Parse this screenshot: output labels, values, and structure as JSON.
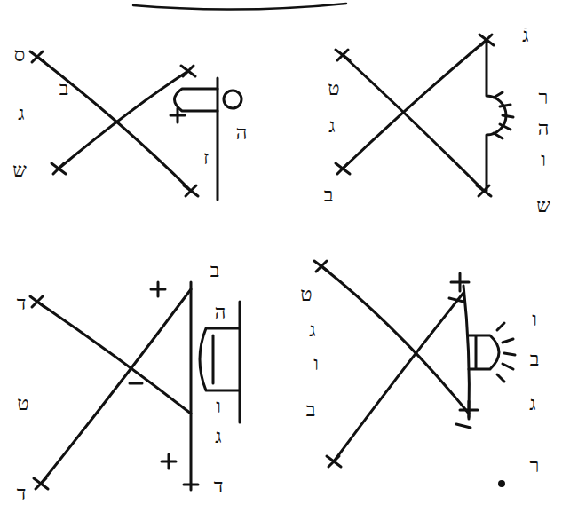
{
  "diagram": {
    "labels": [
      "ס",
      "ב",
      "ג",
      "ש",
      "ה",
      "ז",
      "ט",
      "ג",
      "ב",
      "גֿ",
      "ר",
      "ה",
      "ו",
      "ש",
      "ד",
      "ט",
      "ד",
      "ב",
      "ה",
      "ו",
      "ג",
      "ד",
      "ט",
      "ג",
      "ו",
      "ב",
      "ו",
      "ב",
      "ג",
      "ר"
    ]
  }
}
